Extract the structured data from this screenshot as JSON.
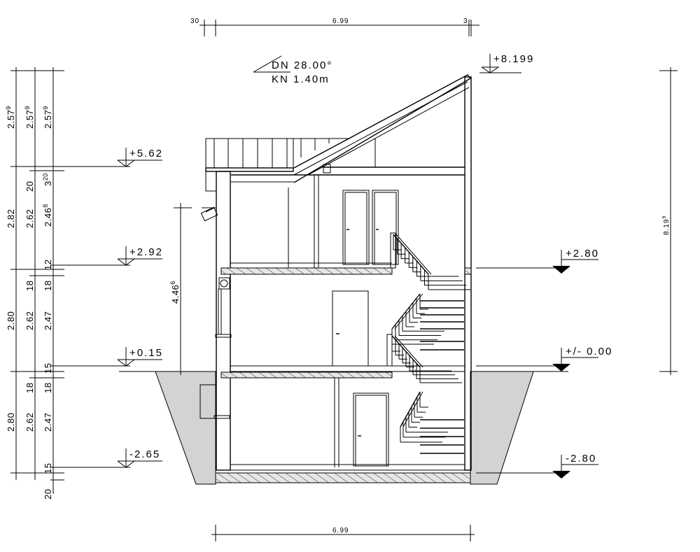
{
  "roof": {
    "pitch_label": "DN 28.00°",
    "overhang_label": "KN 1.40m"
  },
  "top_dims": {
    "left": "30",
    "main": "6.99",
    "right": "3"
  },
  "bottom_dims": {
    "main": "6.99"
  },
  "left_chain_1": [
    {
      "v": "2.57",
      "sup": "9"
    },
    {
      "v": "2.82",
      "sup": ""
    },
    {
      "v": "2.80",
      "sup": ""
    },
    {
      "v": "2.80",
      "sup": ""
    }
  ],
  "left_chain_2": [
    {
      "v": "2.57",
      "sup": "9"
    },
    {
      "v": "20",
      "sup": ""
    },
    {
      "v": "2.62",
      "sup": ""
    },
    {
      "v": "18",
      "sup": ""
    },
    {
      "v": "2.62",
      "sup": ""
    },
    {
      "v": "18",
      "sup": ""
    },
    {
      "v": "2.62",
      "sup": ""
    }
  ],
  "left_chain_3": [
    {
      "v": "2.57",
      "sup": "9"
    },
    {
      "v": "3",
      "sup": "20"
    },
    {
      "v": "2.46",
      "sup": "8"
    },
    {
      "v": "12",
      "sup": ""
    },
    {
      "v": "18",
      "sup": ""
    },
    {
      "v": "2.47",
      "sup": ""
    },
    {
      "v": "15",
      "sup": ""
    },
    {
      "v": "18",
      "sup": ""
    },
    {
      "v": "2.47",
      "sup": ""
    },
    {
      "v": "15",
      "sup": ""
    },
    {
      "v": "20",
      "sup": ""
    }
  ],
  "left_levels": [
    "+5.62",
    "+2.92",
    "+0.15",
    "-2.65"
  ],
  "right_levels": [
    "+2.80",
    "+/- 0.00",
    "-2.80"
  ],
  "ridge_level": "+8.199",
  "overall_height": {
    "v": "8.19",
    "sup": "9"
  },
  "eave_height": {
    "v": "4.46",
    "sup": "6"
  }
}
